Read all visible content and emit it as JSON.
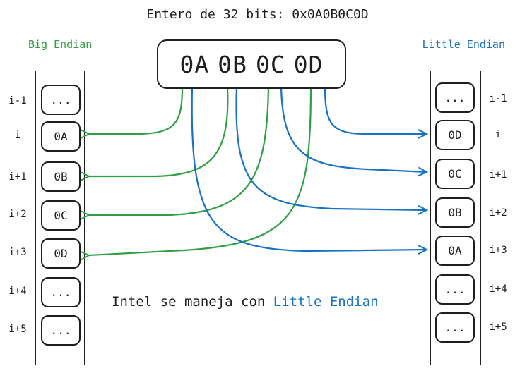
{
  "title": "Entero de 32 bits: 0x0A0B0C0D",
  "big_endian_label": "Big Endian",
  "little_endian_label": "Little Endian",
  "bytes": [
    "0A",
    "0B",
    "0C",
    "0D"
  ],
  "note": {
    "prefix": "Intel se maneja con",
    "highlight": "Little Endian"
  },
  "indices": [
    "i-1",
    "i",
    "i+1",
    "i+2",
    "i+3",
    "i+4",
    "i+5"
  ],
  "big_endian_cells": [
    "...",
    "0A",
    "0B",
    "0C",
    "0D",
    "...",
    "..."
  ],
  "little_endian_cells": [
    "...",
    "0D",
    "0C",
    "0B",
    "0A",
    "...",
    "..."
  ],
  "colors": {
    "big": "#2f9e44",
    "little": "#1971c2",
    "stroke": "#1e1e1e"
  }
}
